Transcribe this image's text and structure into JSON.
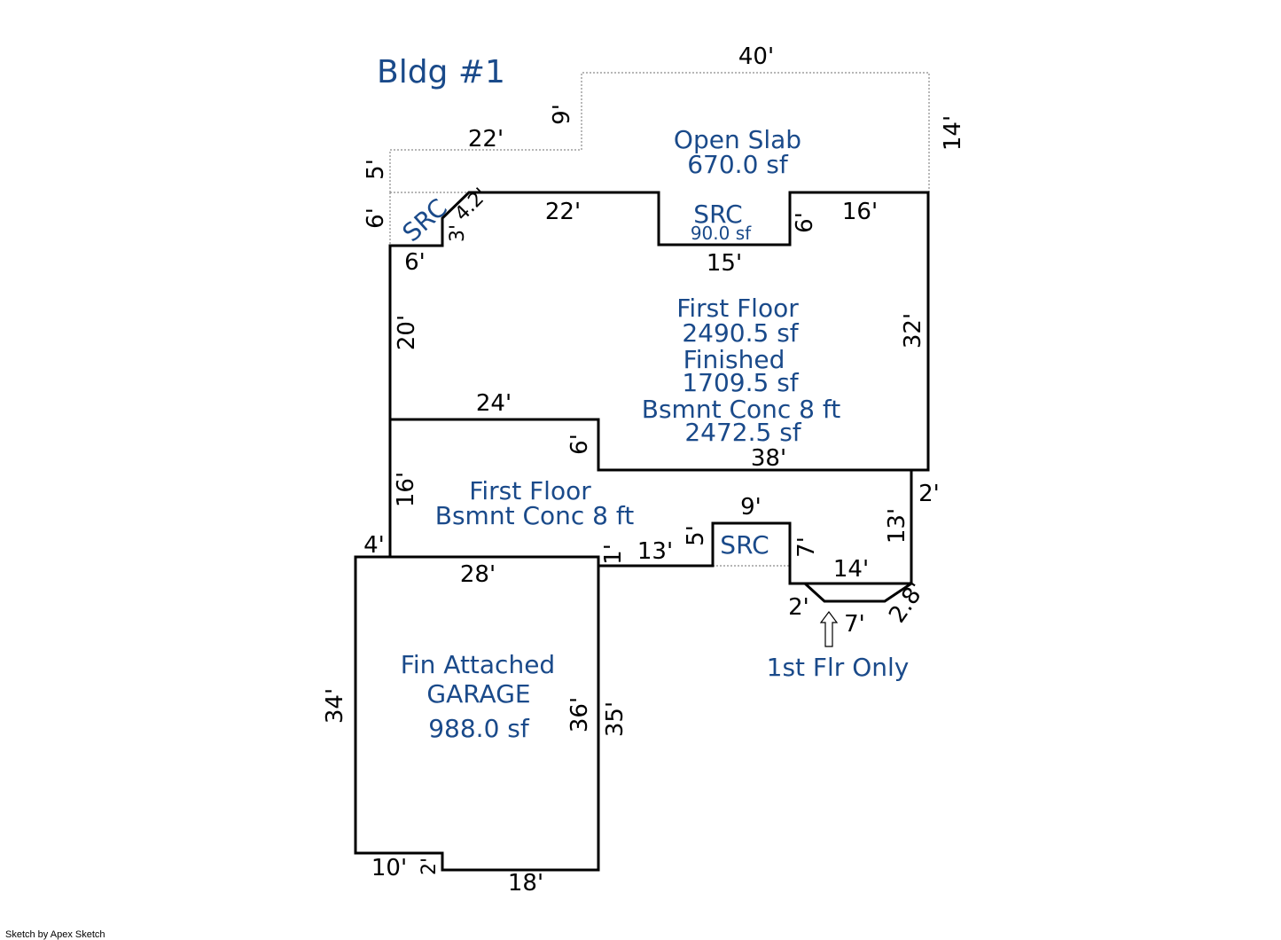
{
  "title": "Bldg #1",
  "credit": "Sketch by Apex Sketch",
  "colors": {
    "label": "#1a4a8a",
    "wall": "#000000",
    "dotted": "#8a8a8a"
  },
  "areas": {
    "open_slab": {
      "name": "Open Slab",
      "area": "670.0 sf"
    },
    "src_top_left": {
      "name": "SRC"
    },
    "src_top": {
      "name": "SRC",
      "area": "90.0 sf"
    },
    "first_floor_main": {
      "line1": "First Floor",
      "line2": "2490.5 sf",
      "line3": "Finished",
      "line4": "1709.5 sf",
      "line5": "Bsmnt Conc 8 ft",
      "line6": "2472.5 sf"
    },
    "first_floor_lower": {
      "line1": "First Floor",
      "line2": "Bsmnt Conc 8 ft"
    },
    "src_bottom": {
      "name": "SRC"
    },
    "garage": {
      "line1": "Fin Attached",
      "line2": "GARAGE",
      "line3": "988.0 sf"
    },
    "first_flr_only": {
      "name": "1st Flr Only"
    }
  },
  "dimensions": {
    "d40": "40'",
    "d9_slab": "9'",
    "d22_slab": "22'",
    "d14": "14'",
    "d5_slab": "5'",
    "d6_src": "6'",
    "d3": "3'",
    "d4_2": "4.2'",
    "d22_top": "22'",
    "d6_src_right": "6'",
    "d16_top": "16'",
    "d6_left": "6'",
    "d15": "15'",
    "d20": "20'",
    "d32": "32'",
    "d24": "24'",
    "d6_mid": "6'",
    "d38": "38'",
    "d16_left": "16'",
    "d2_right": "2'",
    "d9_src": "9'",
    "d5_src": "5'",
    "d13_right": "13'",
    "d4": "4'",
    "d1": "1'",
    "d13_bottom": "13'",
    "d7_src": "7'",
    "d14_bay": "14'",
    "d28": "28'",
    "d2_bay": "2'",
    "d2_8": "2.8'",
    "d7_bay": "7'",
    "d34": "34'",
    "d36": "36'",
    "d35": "35'",
    "d10": "10'",
    "d2_garage": "2'",
    "d18": "18'"
  }
}
